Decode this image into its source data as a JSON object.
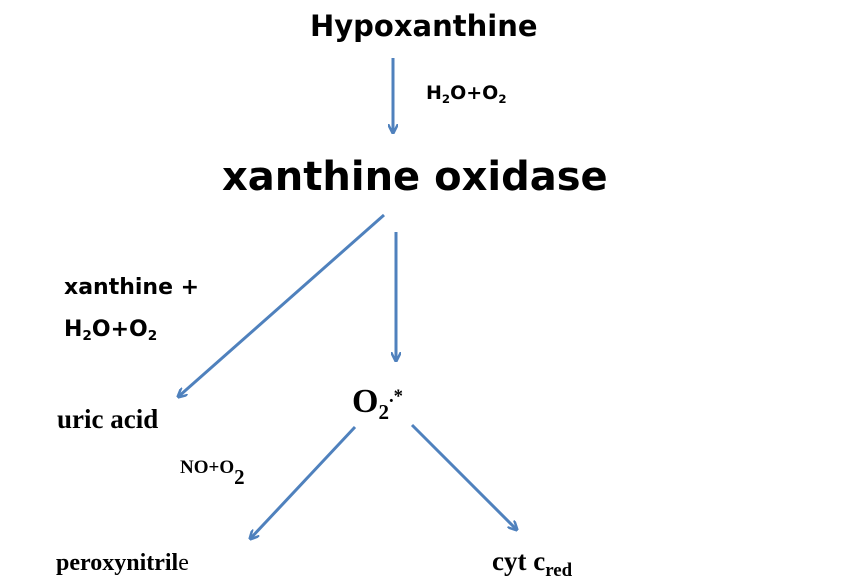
{
  "diagram": {
    "hypoxanthine": "Hypoxanthine",
    "step1_reagent": {
      "a": "H",
      "a_sub": "2",
      "b": "O+O",
      "b_sub": "2"
    },
    "enzyme": "xanthine oxidase",
    "left_reagent": {
      "line1": "xanthine  +",
      "line2_a": "H",
      "line2_a_sub": "2",
      "line2_b": "O+O",
      "line2_b_sub": "2"
    },
    "uric_acid": "uric acid",
    "superoxide": {
      "base": "O",
      "sub": "2",
      "sup": ".*"
    },
    "no_reagent": {
      "base": "NO+O",
      "sub": "2"
    },
    "peroxynitrile": {
      "main": "peroxynitril",
      "tail": "e"
    },
    "cyt": {
      "base": "cyt c",
      "sub": "red"
    },
    "arrow_color": "#4f81bd"
  }
}
